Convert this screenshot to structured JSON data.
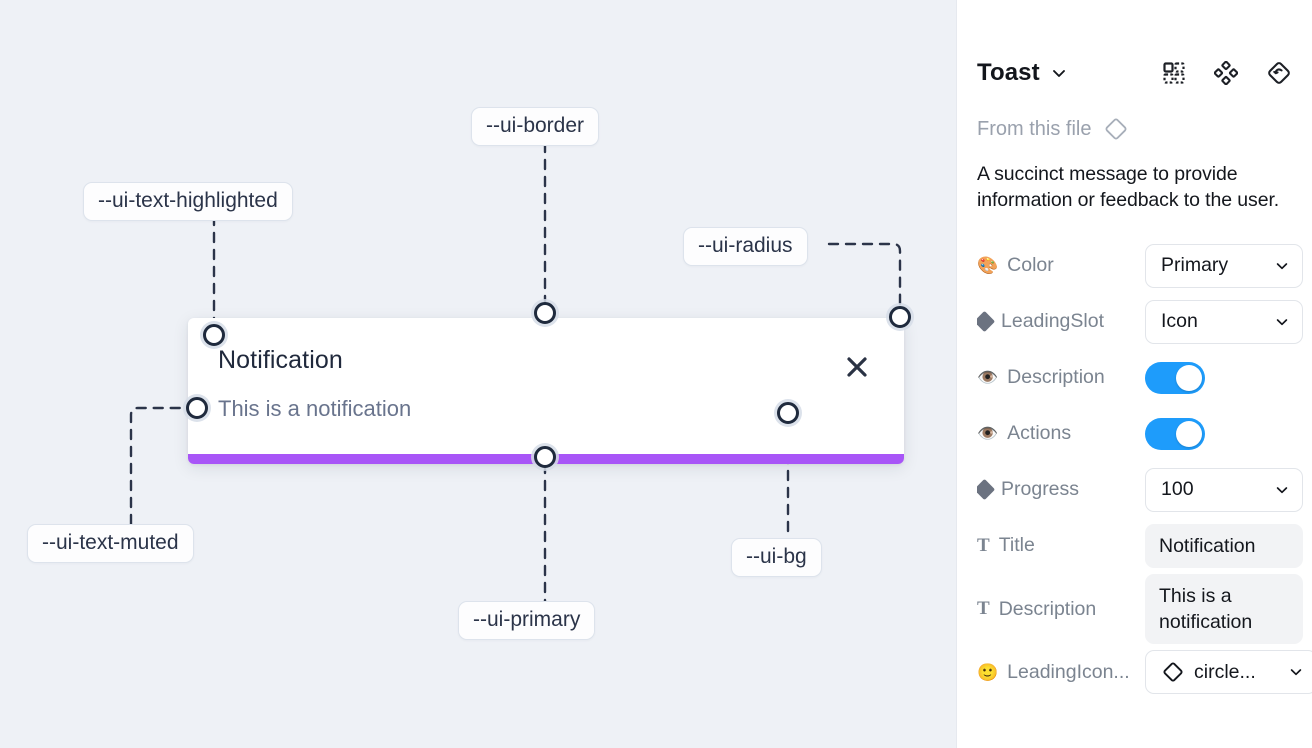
{
  "canvas": {
    "toast": {
      "title": "Notification",
      "description": "This is a notification",
      "close_icon": "close-icon",
      "progress_color": "#a855f7",
      "background": "#ffffff"
    },
    "annotations": [
      {
        "id": "text-highlighted",
        "label": "--ui-text-highlighted"
      },
      {
        "id": "border",
        "label": "--ui-border"
      },
      {
        "id": "radius",
        "label": "--ui-radius"
      },
      {
        "id": "text-muted",
        "label": "--ui-text-muted"
      },
      {
        "id": "primary",
        "label": "--ui-primary"
      },
      {
        "id": "bg",
        "label": "--ui-bg"
      }
    ],
    "background": "#eef1f6"
  },
  "panel": {
    "title": "Toast",
    "title_chevron": "chevron-down-icon",
    "header_icons": [
      {
        "name": "component-set-icon"
      },
      {
        "name": "variants-cluster-icon"
      },
      {
        "name": "reset-instance-icon"
      }
    ],
    "from_file": {
      "label": "From this file",
      "icon": "diamond-icon"
    },
    "summary": "A succinct message to provide information or feedback to the user.",
    "properties": [
      {
        "icon": "palette-emoji",
        "icon_glyph": "🎨",
        "icon_kind": "emoji",
        "label": "Color",
        "control": "select",
        "value": "Primary"
      },
      {
        "icon": "diamond-icon",
        "icon_glyph": "",
        "icon_kind": "diamond",
        "label": "LeadingSlot",
        "control": "select",
        "value": "Icon"
      },
      {
        "icon": "eye-emoji",
        "icon_glyph": "👁️",
        "icon_kind": "emoji",
        "label": "Description",
        "control": "toggle",
        "value": "on"
      },
      {
        "icon": "eye-emoji",
        "icon_glyph": "👁️",
        "icon_kind": "emoji",
        "label": "Actions",
        "control": "toggle",
        "value": "on"
      },
      {
        "icon": "diamond-icon",
        "icon_glyph": "",
        "icon_kind": "diamond",
        "label": "Progress",
        "control": "select",
        "value": "100"
      },
      {
        "icon": "text-glyph",
        "icon_glyph": "T",
        "icon_kind": "tglyph",
        "label": "Title",
        "control": "field",
        "value": "Notification"
      },
      {
        "icon": "text-glyph",
        "icon_glyph": "T",
        "icon_kind": "tglyph",
        "label": "Description",
        "control": "field",
        "value": "This is a notification"
      },
      {
        "icon": "smiley-emoji",
        "icon_glyph": "🙂",
        "icon_kind": "emoji",
        "label": "LeadingIcon...",
        "control": "select-icon",
        "value": "circle..."
      }
    ],
    "toggle_on_color": "#1e9cfb"
  }
}
